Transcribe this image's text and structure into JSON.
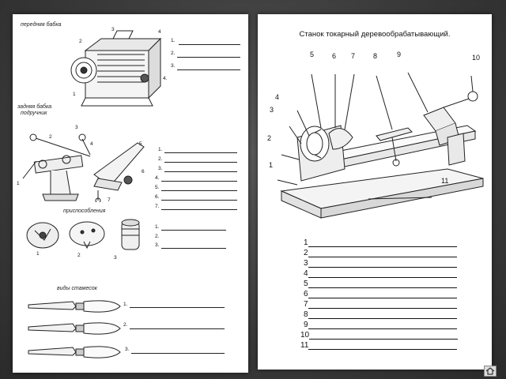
{
  "left_page": {
    "sections": {
      "headstock": {
        "title": "передняя бабка",
        "item_labels": [
          "1.",
          "2.",
          "3.",
          "4."
        ],
        "callouts": [
          "1",
          "2",
          "3",
          "4"
        ]
      },
      "tailstock": {
        "title": "задняя бабка",
        "subtitle": "подручник",
        "item_labels": [
          "1.",
          "2.",
          "3.",
          "4.",
          "5.",
          "6.",
          "7."
        ],
        "callouts": [
          "1",
          "2",
          "3",
          "4",
          "5",
          "6",
          "7"
        ]
      },
      "fixtures": {
        "title": "приспособления",
        "item_labels": [
          "1.",
          "2.",
          "3."
        ],
        "callouts": [
          "1",
          "2",
          "3"
        ]
      },
      "chisels": {
        "title": "виды стамесок",
        "item_labels": [
          "1.",
          "2.",
          "3."
        ]
      }
    }
  },
  "right_page": {
    "title": "Станок токарный деревообрабатывающий.",
    "callouts": [
      "1",
      "2",
      "3",
      "4",
      "5",
      "6",
      "7",
      "8",
      "9",
      "10",
      "11"
    ],
    "answer_numbers": [
      "1",
      "2",
      "3",
      "4",
      "5",
      "6",
      "7",
      "8",
      "9",
      "10",
      "11"
    ]
  },
  "icons": {
    "home": "home-icon"
  }
}
